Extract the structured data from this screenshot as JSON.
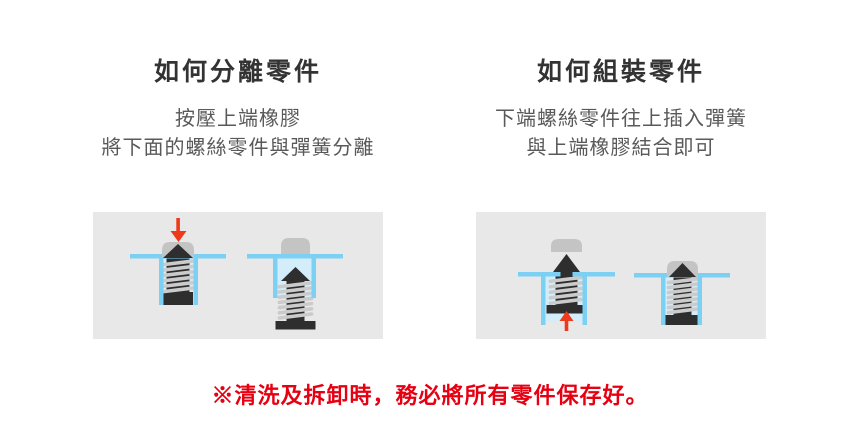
{
  "colors": {
    "diagram_box_bg": "#e8e8e8",
    "surface_blue": "#7bd0f3",
    "well_fill_blue": "#d4edfa",
    "rubber_cap_gray": "#c4c4c4",
    "screw_dark": "#2e2e2e",
    "spring_gray": "#cbcbcb",
    "arrow_red": "#ee3a1a",
    "note_red": "#e60012",
    "title_gray": "#333333",
    "desc_gray": "#595959"
  },
  "sections": {
    "separate": {
      "title": "如何分離零件",
      "description_line1": "按壓上端橡膠",
      "description_line2": "將下面的螺絲零件與彈簧分離"
    },
    "assemble": {
      "title": "如何組裝零件",
      "description_line1": "下端螺絲零件往上插入彈簧",
      "description_line2": "與上端橡膠結合即可"
    }
  },
  "note": "※清洗及拆卸時，務必將所有零件保存好。"
}
